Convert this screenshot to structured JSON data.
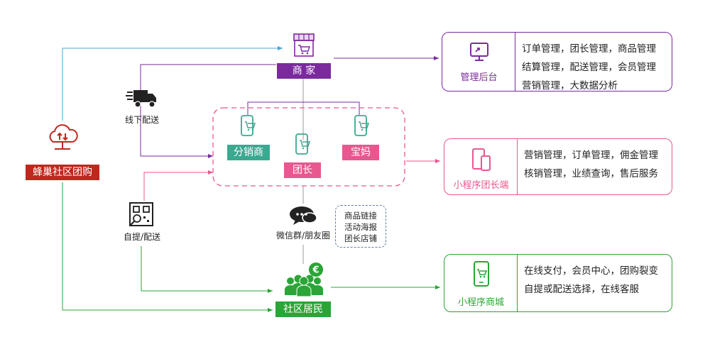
{
  "brand": {
    "label": "蜂巢社区团购",
    "color": "#c0281e"
  },
  "merchant": {
    "label": "商 家",
    "color": "#7b2a9e"
  },
  "roles": {
    "distributor": {
      "label": "分销商",
      "color": "#3aa990"
    },
    "leader": {
      "label": "团长",
      "color": "#e8578f"
    },
    "mom": {
      "label": "宝妈",
      "color": "#e8578f"
    }
  },
  "residents": {
    "label": "社区居民",
    "color": "#2aa536"
  },
  "channels": {
    "offline_delivery": "线下配送",
    "pickup_delivery": "自提/配送",
    "wechat": "微信群/朋友圈"
  },
  "promo_lines": [
    "商品链接",
    "活动海报",
    "团长店铺"
  ],
  "cards": {
    "admin": {
      "title": "管理后台",
      "color": "#7b2a9e",
      "lines": [
        "订单管理，团长管理，商品管理",
        "结算管理，配送管理，会员管理",
        "营销管理，大数据分析"
      ]
    },
    "leader_app": {
      "title": "小程序团长端",
      "color": "#e8578f",
      "lines": [
        "营销管理，订单管理，佣金管理",
        "核销管理，业绩查询，售后服务"
      ]
    },
    "mall_app": {
      "title": "小程序商城",
      "color": "#2aa536",
      "lines": [
        "在线支付，会员中心，团购裂变",
        "自提或配送选择，在线客服"
      ]
    }
  },
  "icons": [
    "cloud-icon",
    "store-icon",
    "truck-icon",
    "cart-phone-icon",
    "qr-scan-icon",
    "chat-bubble-icon",
    "people-icon",
    "euro-coin-icon",
    "monitor-icon",
    "tablet-icon",
    "phone-cart-icon"
  ]
}
